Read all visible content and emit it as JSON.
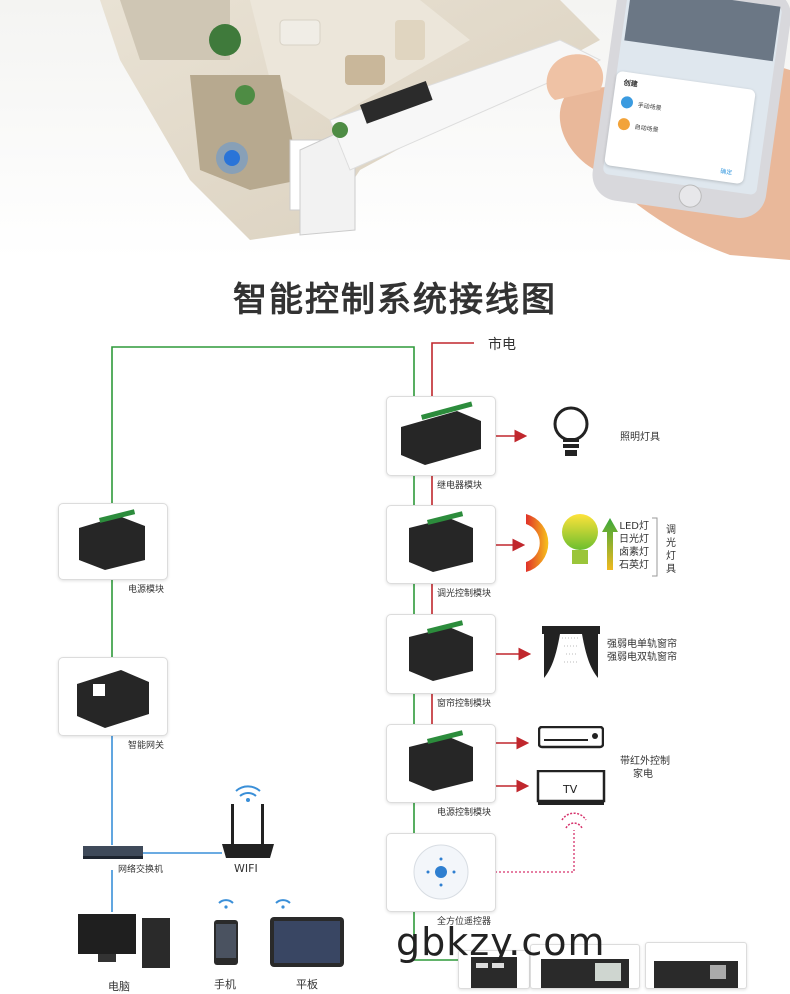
{
  "title": "智能控制系统接线图",
  "mains_label": "市电",
  "phone": {
    "popup_title": "创建",
    "option1": "手动场景",
    "option2": "自动场景",
    "confirm": "确定"
  },
  "modules": {
    "relay": "继电器模块",
    "dimmer": "调光控制模块",
    "curtain": "窗帘控制模块",
    "power_control": "电源控制模块",
    "remote": "全方位遥控器",
    "power": "电源模块",
    "gateway": "智能网关",
    "switch": "网络交换机",
    "wifi": "WIFI"
  },
  "outputs": {
    "lighting": "照明灯具",
    "dim_lamps": [
      "LED灯",
      "日光灯",
      "卤素灯",
      "石英灯"
    ],
    "dim_group": "调光灯具",
    "curtain_line1": "强弱电单轨窗帘",
    "curtain_line2": "强弱电双轨窗帘",
    "ir_line1": "带红外控制",
    "ir_line2": "家电",
    "tv": "TV"
  },
  "devices": {
    "pc": "电脑",
    "phone": "手机",
    "tablet": "平板"
  },
  "watermark": "gbkzy.com",
  "colors": {
    "green_line": "#2e9a3a",
    "red_line": "#c0272d",
    "blue_line": "#3a8fd8",
    "pink_line": "#d6336c"
  }
}
